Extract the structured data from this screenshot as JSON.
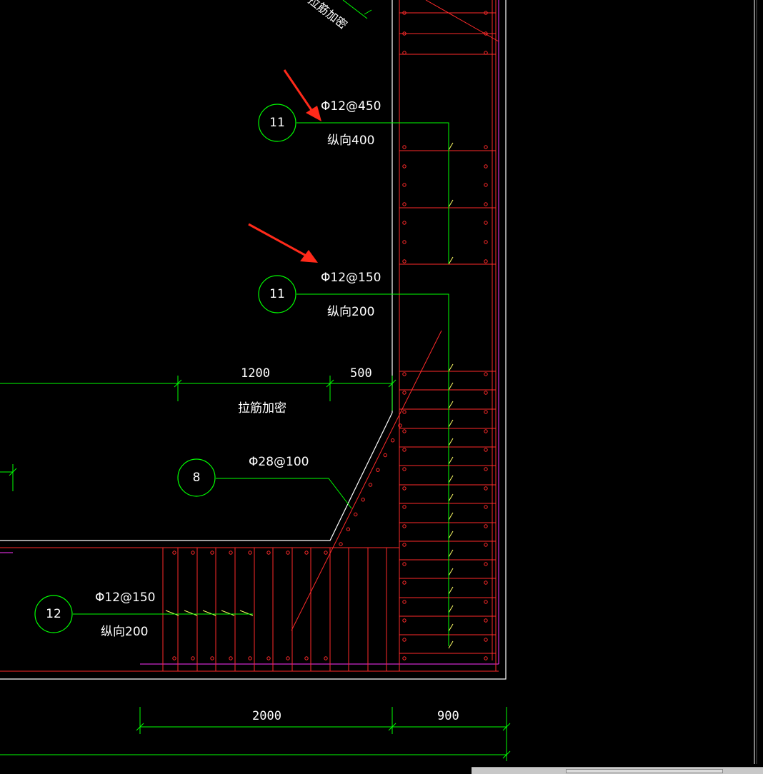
{
  "colors": {
    "background": "#000000",
    "outline": "#ffffff",
    "rebar": "#ff2a2a",
    "leader": "#00ff00",
    "tie": "#ffff66",
    "magenta": "#ff33ff",
    "arrow": "#ff2a1a"
  },
  "annotations": {
    "top_partial": "拉筋加密",
    "bubble_11a": "11",
    "bubble_11a_spec": "Φ12@450",
    "bubble_11a_long": "纵向400",
    "bubble_11b": "11",
    "bubble_11b_spec": "Φ12@150",
    "bubble_11b_long": "纵向200",
    "bubble_8": "8",
    "bubble_8_spec": "Φ28@100",
    "bubble_12": "12",
    "bubble_12_spec": "Φ12@150",
    "bubble_12_long": "纵向200"
  },
  "dimensions": {
    "d1200": "1200",
    "d500": "500",
    "tie_dense": "拉筋加密",
    "d2000": "2000",
    "d900": "900"
  }
}
